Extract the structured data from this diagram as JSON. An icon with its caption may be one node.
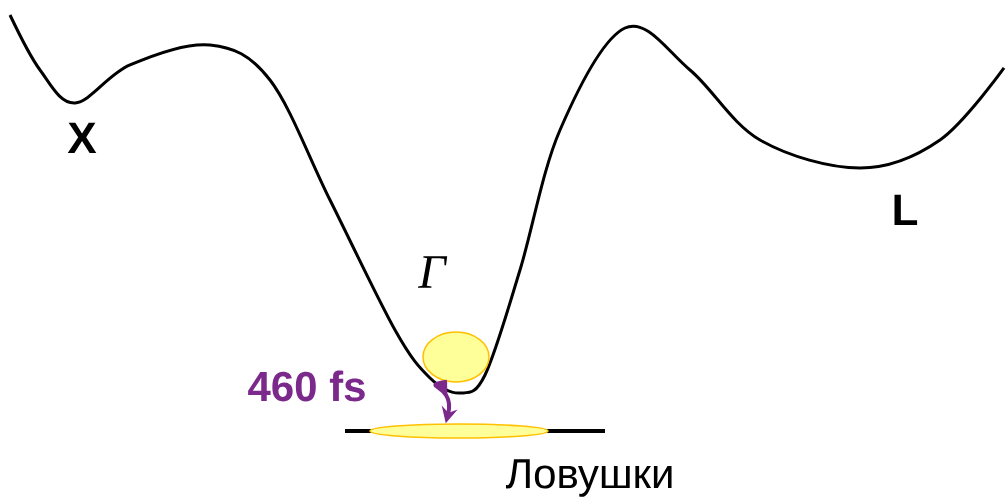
{
  "diagram": {
    "nodes": [
      {
        "text": [],
        "shape": "ellipse"
      },
      {
        "text": [],
        "shape": "ellipse",
        "beside": [
          "Ловушки"
        ]
      }
    ],
    "edges": [
      {
        "from": 0,
        "to": 1,
        "arrow": "to",
        "label": "460 fs",
        "color": "#7b2a8c"
      }
    ],
    "labels": [
      "X",
      "Γ",
      "L"
    ]
  }
}
